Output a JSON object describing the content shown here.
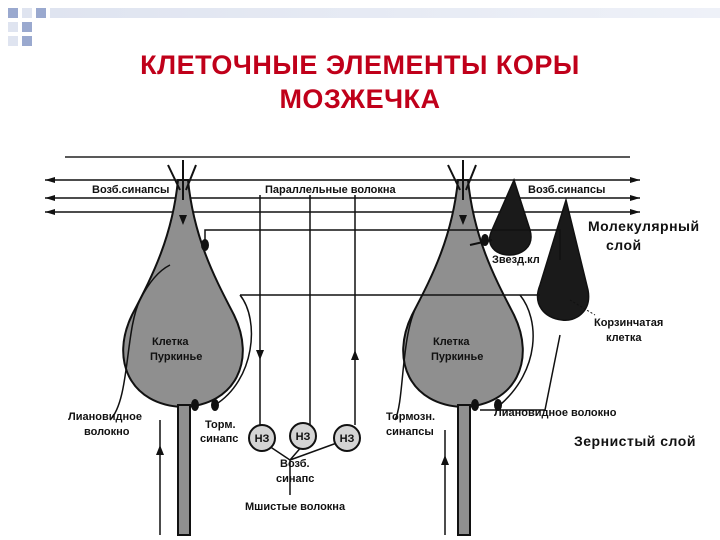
{
  "title": {
    "line1": "КЛЕТОЧНЫЕ ЭЛЕМЕНТЫ КОРЫ",
    "line2": "МОЗЖЕЧКА"
  },
  "colors": {
    "title": "#c0001a",
    "deco_squares": "#9aa9cf",
    "deco_light": "#dfe4f0",
    "cell_fill": "#8f8f8f",
    "dark_cell": "#1a1a1a"
  },
  "labels": {
    "exc_synapses_left": "Возб.синапсы",
    "parallel_fibers": "Параллельные волокна",
    "exc_synapses_right": "Возб.синапсы",
    "molecular_layer_1": "Молекулярный",
    "molecular_layer_2": "слой",
    "stellate_cell": "Звезд.кл",
    "basket_cell_1": "Корзинчатая",
    "basket_cell_2": "клетка",
    "purkinje_left_1": "Клетка",
    "purkinje_left_2": "Пуркинье",
    "purkinje_right_1": "Клетка",
    "purkinje_right_2": "Пуркинье",
    "climbing_fiber_left_1": "Лиановидное",
    "climbing_fiber_left_2": "волокно",
    "inhib_synapse_1": "Торм.",
    "inhib_synapse_2": "синапс",
    "inhib_synapses_1": "Тормозн.",
    "inhib_synapses_2": "синапсы",
    "climbing_fiber_right": "Лиановидное волокно",
    "granular_layer": "Зернистый слой",
    "granule_cell": "НЗ",
    "exc_synapse_1": "Возб.",
    "exc_synapse_2": "синапс",
    "mossy_fibers": "Мшистые волокна"
  }
}
